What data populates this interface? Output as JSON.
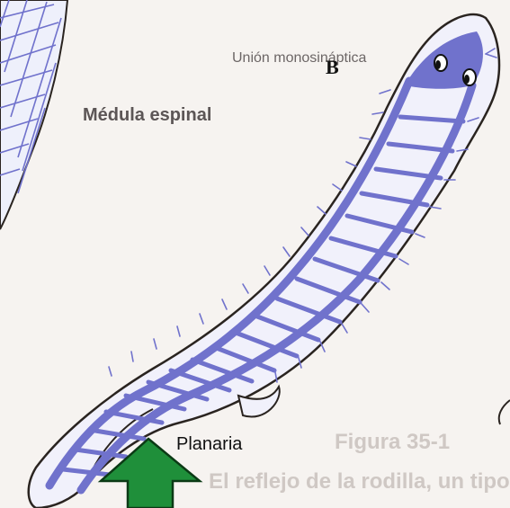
{
  "labels": {
    "panel_letter": "B",
    "organism": "Planaria",
    "union_label": "Unión monosináptica",
    "spinal_cord_label": "Médula espinal"
  },
  "background_text": {
    "caption_fragment": "Figura 35-1",
    "paragraph_fragment": "El reflejo de la rodilla, un tipo"
  },
  "colors": {
    "nerve": "#7072cc",
    "outline": "#2a2420",
    "page": "#f6f3f0",
    "arrow": "#1f8f3a",
    "arrow_outline": "#0b3a15"
  }
}
